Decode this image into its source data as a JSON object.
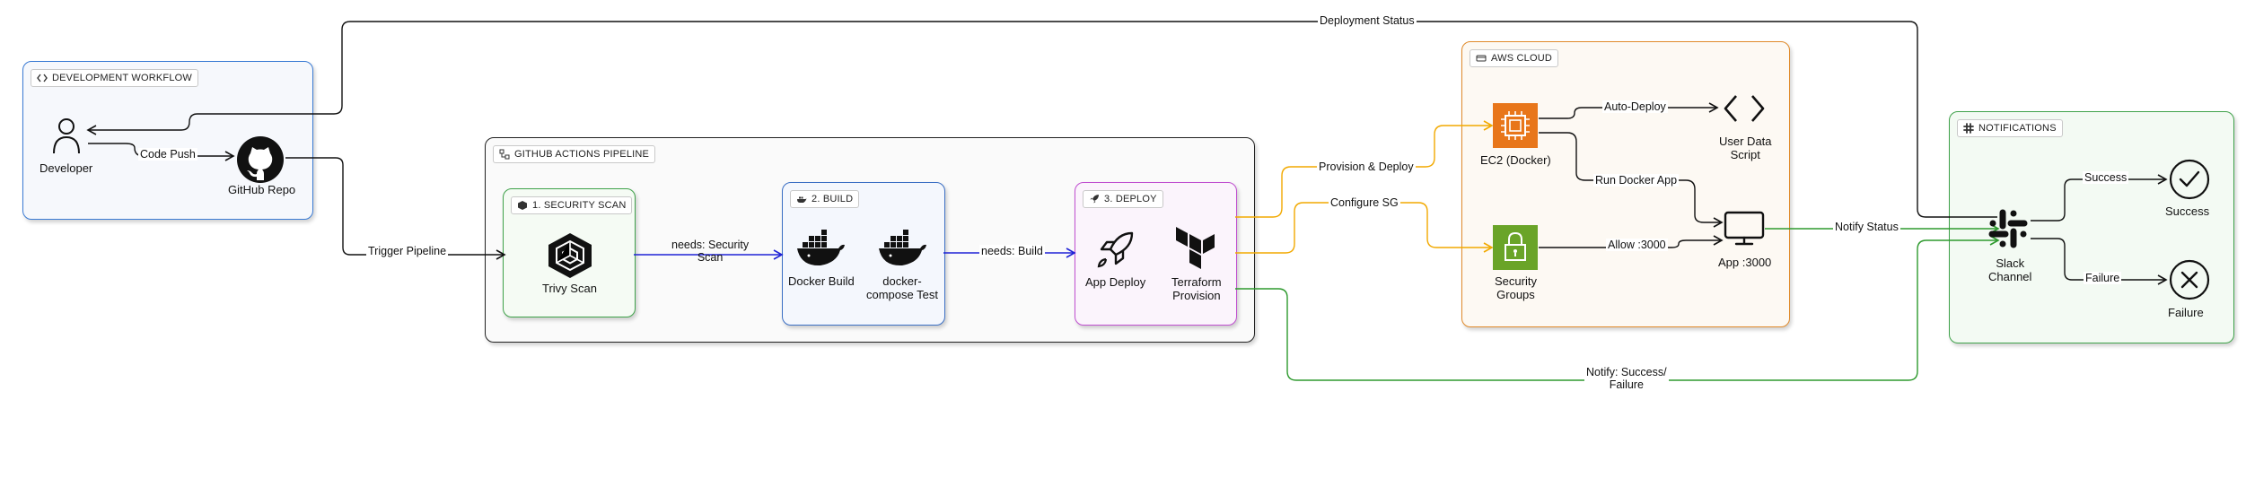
{
  "groups": {
    "dev": "DEVELOPMENT WORKFLOW",
    "pipeline": "GITHUB ACTIONS PIPELINE",
    "security": "1. SECURITY SCAN",
    "build": "2. BUILD",
    "deploy": "3. DEPLOY",
    "aws": "AWS CLOUD",
    "notifications": "NOTIFICATIONS"
  },
  "nodes": {
    "developer": "Developer",
    "github_repo": "GitHub Repo",
    "trivy": "Trivy Scan",
    "docker_build": "Docker Build",
    "compose_test_1": "docker-",
    "compose_test_2": "compose Test",
    "app_deploy": "App Deploy",
    "terraform_1": "Terraform",
    "terraform_2": "Provision",
    "ec2": "EC2 (Docker)",
    "user_data_1": "User Data",
    "user_data_2": "Script",
    "security_groups_1": "Security",
    "security_groups_2": "Groups",
    "app": "App :3000",
    "slack_1": "Slack",
    "slack_2": "Channel",
    "success": "Success",
    "failure": "Failure"
  },
  "edges": {
    "deployment_status": "Deployment Status",
    "code_push": "Code Push",
    "trigger_pipeline": "Trigger Pipeline",
    "needs_security_1": "needs: Security",
    "needs_security_2": "Scan",
    "needs_build": "needs: Build",
    "provision_deploy": "Provision & Deploy",
    "configure_sg": "Configure SG",
    "auto_deploy": "Auto-Deploy",
    "run_docker": "Run Docker App",
    "allow_3000": "Allow :3000",
    "notify_status": "Notify Status",
    "notify_result_1": "Notify: Success/",
    "notify_result_2": "Failure",
    "success": "Success",
    "failure": "Failure"
  },
  "colors": {
    "dev_border": "#3b7bd4",
    "dev_fill": "#f6f8fc",
    "pipeline_border": "#222222",
    "security_border": "#3fa24a",
    "security_fill": "#f5fbf4",
    "build_border": "#3b6fc4",
    "build_fill": "#f4f7fd",
    "deploy_border": "#c04fd0",
    "deploy_fill": "#fbf4fc",
    "aws_border": "#e08a2a",
    "aws_fill": "#fdf9f3",
    "notif_border": "#3fa24a",
    "notif_fill": "#f3faf3",
    "edge_black": "#111111",
    "edge_blue": "#1f22d6",
    "edge_orange": "#f2a900",
    "edge_green": "#2e9a2e",
    "ec2_orange": "#e8761a",
    "sg_green": "#6aa428"
  }
}
